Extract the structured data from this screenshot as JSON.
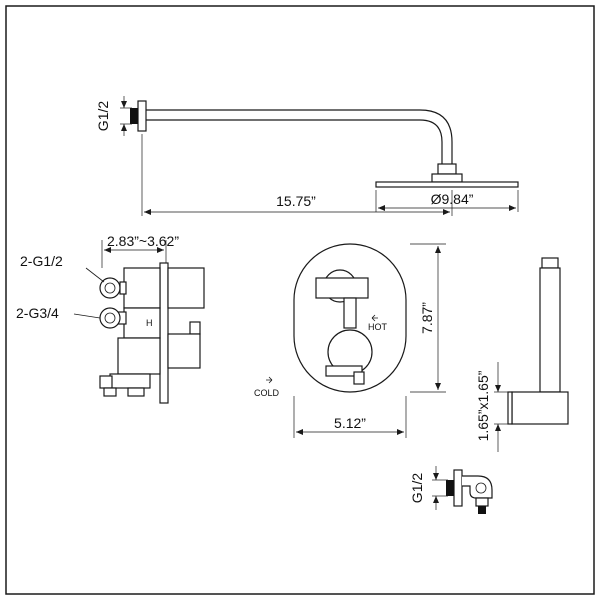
{
  "dimensions": {
    "inlet_top": "G1/2",
    "arm_length": "15.75”",
    "head_diameter": "Ø9.84”",
    "valve_depth": "2.83”~3.62”",
    "port_upper": "2-G1/2",
    "port_lower": "2-G3/4",
    "plate_height": "7.87”",
    "plate_width": "5.12”",
    "handheld_size": "1.65”x1.65”",
    "inlet_bottom": "G1/2"
  },
  "labels": {
    "hot": "HOT",
    "cold": "COLD",
    "valve_h": "H"
  }
}
